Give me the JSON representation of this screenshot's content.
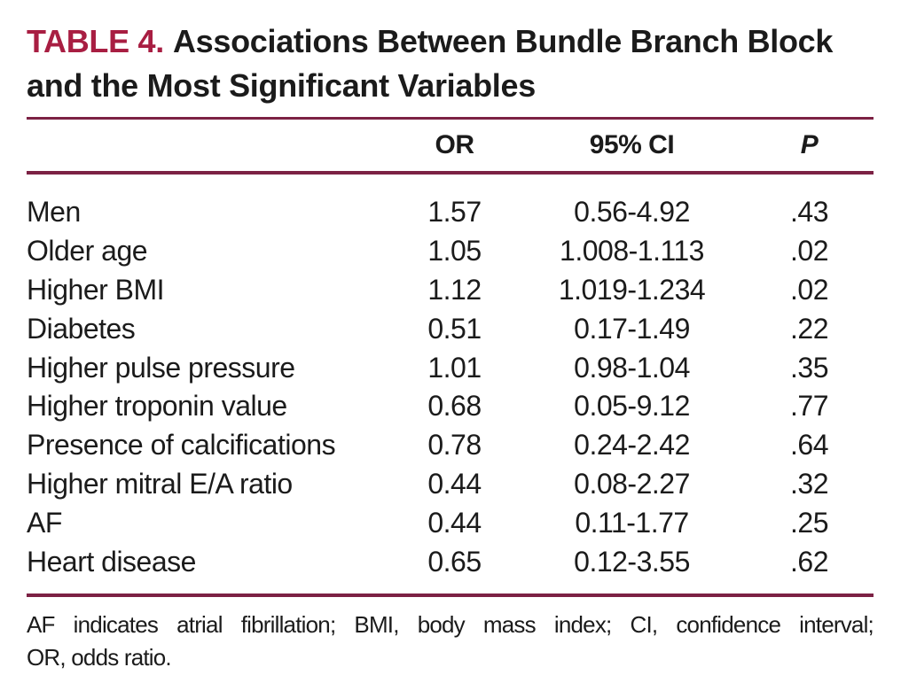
{
  "title": {
    "label": "TABLE 4.",
    "text": "Associations Between Bundle Branch Block and the Most Significant Variables"
  },
  "table": {
    "headers": {
      "or": "OR",
      "ci": "95% CI",
      "p": "P"
    },
    "rows": [
      {
        "variable": "Men",
        "or": "1.57",
        "ci": "0.56-4.92",
        "p": ".43"
      },
      {
        "variable": "Older age",
        "or": "1.05",
        "ci": "1.008-1.113",
        "p": ".02"
      },
      {
        "variable": "Higher BMI",
        "or": "1.12",
        "ci": "1.019-1.234",
        "p": ".02"
      },
      {
        "variable": "Diabetes",
        "or": "0.51",
        "ci": "0.17-1.49",
        "p": ".22"
      },
      {
        "variable": "Higher pulse pressure",
        "or": "1.01",
        "ci": "0.98-1.04",
        "p": ".35"
      },
      {
        "variable": "Higher troponin value",
        "or": "0.68",
        "ci": "0.05-9.12",
        "p": ".77"
      },
      {
        "variable": "Presence of calcifications",
        "or": "0.78",
        "ci": "0.24-2.42",
        "p": ".64"
      },
      {
        "variable": "Higher mitral E/A ratio",
        "or": "0.44",
        "ci": "0.08-2.27",
        "p": ".32"
      },
      {
        "variable": "AF",
        "or": "0.44",
        "ci": "0.11-1.77",
        "p": ".25"
      },
      {
        "variable": "Heart disease",
        "or": "0.65",
        "ci": "0.12-3.55",
        "p": ".62"
      }
    ]
  },
  "footnote": {
    "lines": [
      "AF indicates atrial fibrillation; BMI, body mass index; CI, confidence interval;",
      "OR, odds ratio."
    ]
  },
  "colors": {
    "accent_red": "#a81e42",
    "rule_maroon": "#7c2144",
    "text": "#1b1b1b",
    "background": "#ffffff"
  }
}
